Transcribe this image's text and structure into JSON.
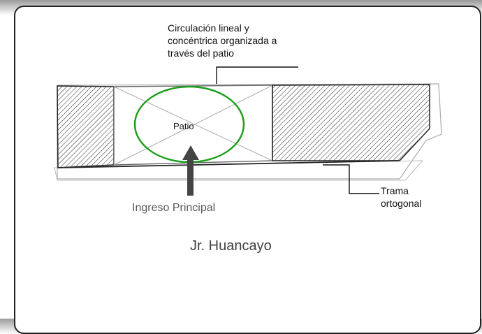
{
  "diagram": {
    "labels": {
      "circulation": [
        "Circulación lineal y",
        "concéntrica organizada a",
        "través del patio"
      ],
      "patio": "Patio",
      "entrance": "Ingreso Principal",
      "grid": [
        "Trama",
        "ortogonal"
      ],
      "street": "Jr. Huancayo"
    },
    "colors": {
      "patio_ellipse": "#1a9e1a",
      "arrow": "#444444",
      "hatch": "#333333",
      "outline": "#999999"
    }
  }
}
